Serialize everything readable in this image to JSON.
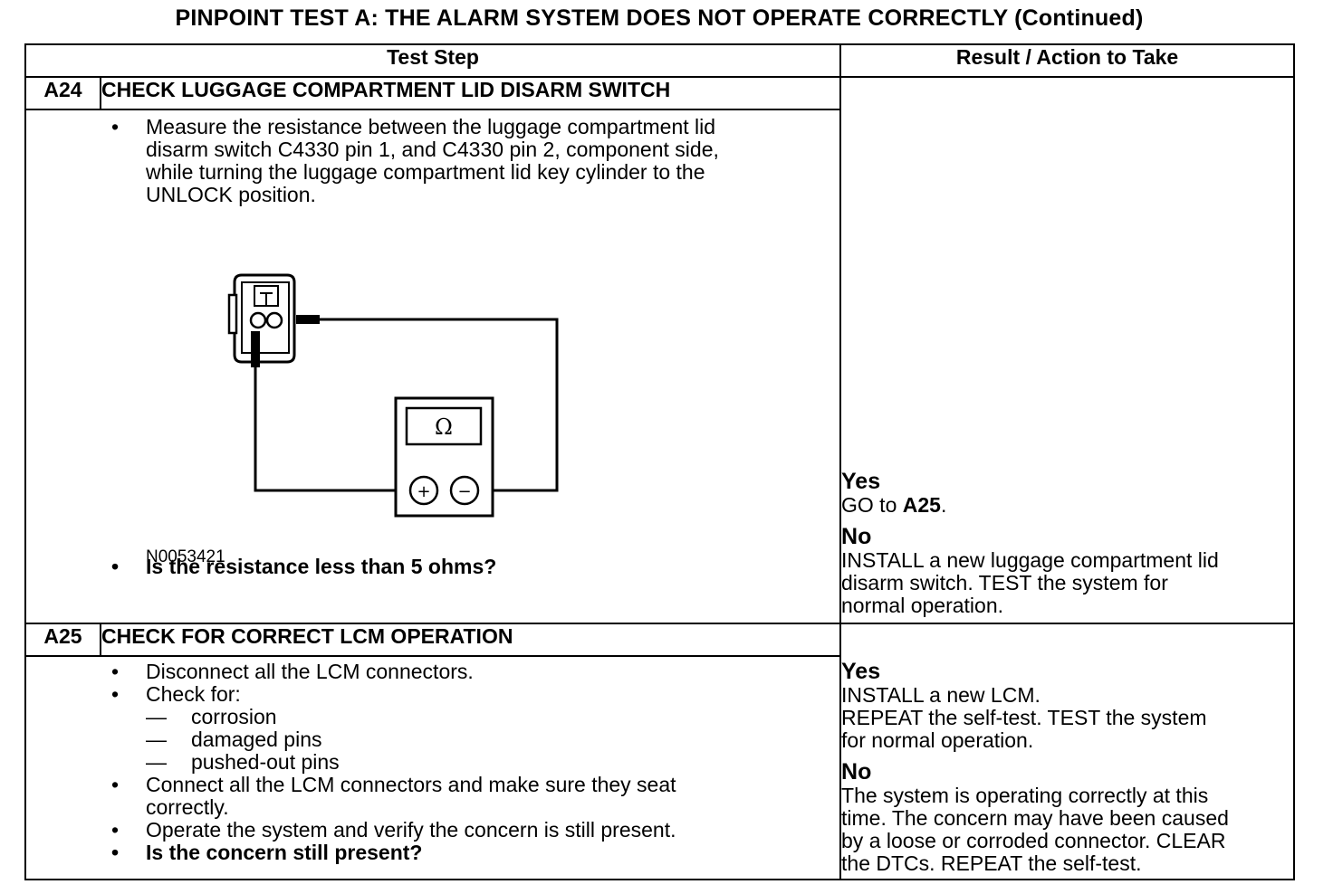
{
  "title": "PINPOINT TEST A: THE ALARM SYSTEM DOES NOT OPERATE CORRECTLY (Continued)",
  "headers": {
    "test_step": "Test Step",
    "result": "Result / Action to Take"
  },
  "a24": {
    "id": "A24",
    "title": "CHECK LUGGAGE COMPARTMENT LID DISARM SWITCH",
    "step1_l1": "Measure the resistance between the luggage compartment lid",
    "step1_l2": "disarm switch C4330 pin 1, and C4330 pin 2, component side,",
    "step1_l3": "while turning the luggage compartment lid key cylinder to the",
    "step1_l4": "UNLOCK position.",
    "meter_symbol": "Ω",
    "meter_plus": "+",
    "meter_minus": "−",
    "figure_id": "N0053421",
    "question": "Is the resistance less than 5 ohms?",
    "yes_label": "Yes",
    "yes_text": "GO to ",
    "yes_ref": "A25",
    "yes_end": ".",
    "no_label": "No",
    "no_l1": "INSTALL a new luggage compartment lid",
    "no_l2": "disarm switch. TEST the system for",
    "no_l3": "normal operation."
  },
  "a25": {
    "id": "A25",
    "title": "CHECK FOR CORRECT LCM OPERATION",
    "step1": "Disconnect all the LCM connectors.",
    "step2": "Check for:",
    "check1": "corrosion",
    "check2": "damaged pins",
    "check3": "pushed-out pins",
    "step3_l1": "Connect all the LCM connectors and make sure they seat",
    "step3_l2": "correctly.",
    "step4": "Operate the system and verify the concern is still present.",
    "question": "Is the concern still present?",
    "yes_label": "Yes",
    "yes_l1": "INSTALL a new LCM.",
    "yes_l2": "REPEAT the self-test. TEST the system",
    "yes_l3": "for normal operation.",
    "no_label": "No",
    "no_l1": "The system is operating correctly at this",
    "no_l2": "time. The concern may have been caused",
    "no_l3": "by a loose or corroded connector. CLEAR",
    "no_l4": "the DTCs. REPEAT the self-test."
  }
}
